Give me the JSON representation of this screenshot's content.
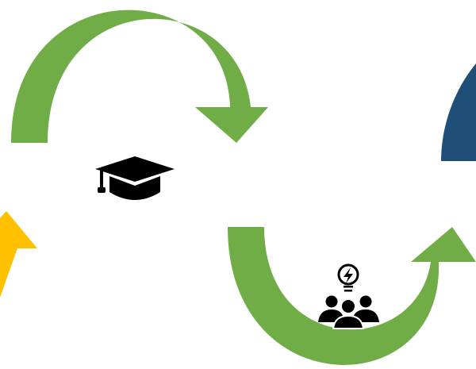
{
  "colors": {
    "background": "#ffffff",
    "green": "#70ad47",
    "yellow": "#ffc000",
    "navy": "#1f4e79",
    "icon": "#000000"
  },
  "arrows": [
    {
      "name": "top-green-arrow",
      "color": "green",
      "direction": "clockwise"
    },
    {
      "name": "bottom-green-arrow",
      "color": "green",
      "direction": "up"
    },
    {
      "name": "partial-yellow-arrow",
      "color": "yellow",
      "direction": "up"
    },
    {
      "name": "partial-navy-arrow",
      "color": "navy"
    }
  ],
  "icons": [
    {
      "name": "graduation-cap-icon"
    },
    {
      "name": "team-lightbulb-icon"
    }
  ]
}
